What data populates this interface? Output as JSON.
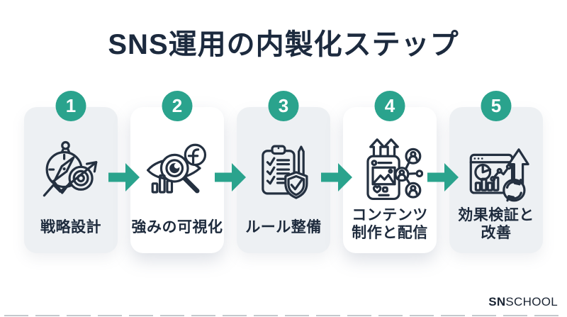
{
  "title": "SNS運用の内製化ステップ",
  "brand": {
    "bold": "SN",
    "rest": "SCHOOL"
  },
  "colors": {
    "accent_green": "#2AA38D",
    "text_navy": "#1E2B3D",
    "card_gray": "#EDF0F3",
    "card_white": "#FFFFFF",
    "icon_stroke": "#243040"
  },
  "steps": [
    {
      "number": "1",
      "label_lines": [
        "戦略設計"
      ],
      "icon": "compass-target-icon",
      "card_style": "gray"
    },
    {
      "number": "2",
      "label_lines": [
        "強みの可視化"
      ],
      "icon": "eye-magnifier-icon",
      "card_style": "white"
    },
    {
      "number": "3",
      "label_lines": [
        "ルール整備"
      ],
      "icon": "clipboard-checklist-shield-icon",
      "card_style": "gray"
    },
    {
      "number": "4",
      "label_lines": [
        "コンテンツ",
        "制作と配信"
      ],
      "icon": "content-share-icon",
      "card_style": "white"
    },
    {
      "number": "5",
      "label_lines": [
        "効果検証と",
        "改善"
      ],
      "icon": "analytics-refresh-icon",
      "card_style": "gray"
    }
  ]
}
